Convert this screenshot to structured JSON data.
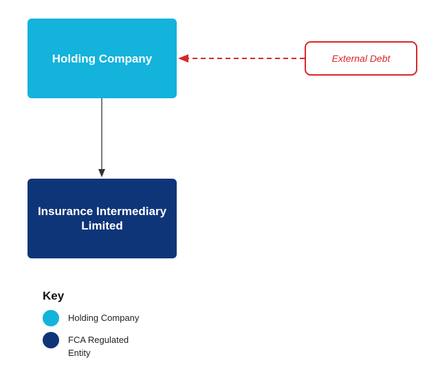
{
  "nodes": {
    "holding_company": {
      "label": "Holding Company",
      "color": "#13b3dc"
    },
    "intermediary": {
      "label": "Insurance Intermediary\nLimited",
      "color": "#0f3579"
    },
    "external_debt": {
      "label": "External Debt",
      "color": "#d92626"
    }
  },
  "key": {
    "title": "Key",
    "items": [
      {
        "label": "Holding Company",
        "color": "#13b3dc"
      },
      {
        "label": "FCA Regulated\nEntity",
        "color": "#0f3579"
      }
    ]
  },
  "edges": [
    {
      "from": "Holding Company",
      "to": "Insurance Intermediary Limited",
      "style": "solid",
      "color": "#333333"
    },
    {
      "from": "External Debt",
      "to": "Holding Company",
      "style": "dashed",
      "color": "#d92626"
    }
  ]
}
